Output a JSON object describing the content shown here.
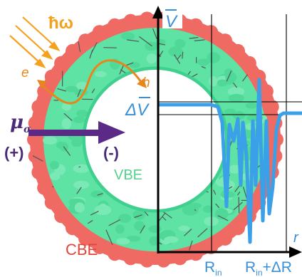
{
  "labels": {
    "photon": "ħω",
    "electron": "e",
    "hole": "h",
    "mu": "μ",
    "mu_sub": "σ",
    "plus": "(+)",
    "minus": "(-)",
    "vbe": "VBE",
    "cbe": "CBE",
    "v_axis": "V",
    "delta_v_prefix": "Δ",
    "delta_v": "V",
    "r_axis": "r",
    "r_in": "R",
    "r_in_sub": "in",
    "r_in2": "R",
    "r_in2_sub": "in",
    "r_in2_suffix": "+ΔR"
  },
  "colors": {
    "outer_shell": "#f06a64",
    "inner_shell": "#5ee3a4",
    "network": "#555555",
    "photon": "#f5a11e",
    "electron_path": "#e8851c",
    "arrow": "#5b2a86",
    "potential": "#3aa0e8",
    "axis": "#000000",
    "label_blue": "#3b8fd6",
    "label_green": "#54d18e",
    "label_red": "#e0453c",
    "label_purple": "#4b2a78"
  }
}
